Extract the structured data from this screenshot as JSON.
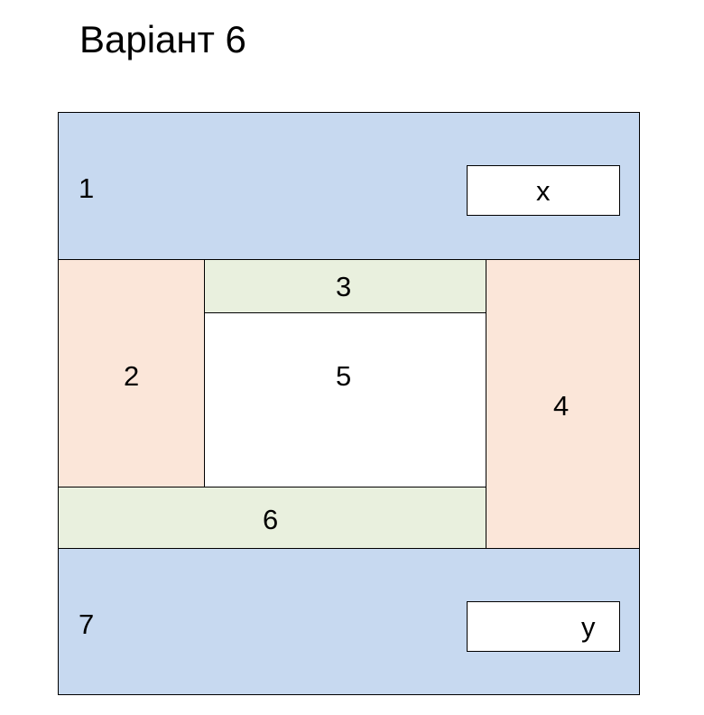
{
  "title": "Варіант 6",
  "regions": {
    "r1": "1",
    "r2": "2",
    "r3": "3",
    "r4": "4",
    "r5": "5",
    "r6": "6",
    "r7": "7"
  },
  "fields": {
    "x": "x",
    "y": "y"
  },
  "colors": {
    "blue": "#c7d9f0",
    "peach": "#fbe6d9",
    "green": "#e9f0de",
    "white": "#ffffff"
  }
}
